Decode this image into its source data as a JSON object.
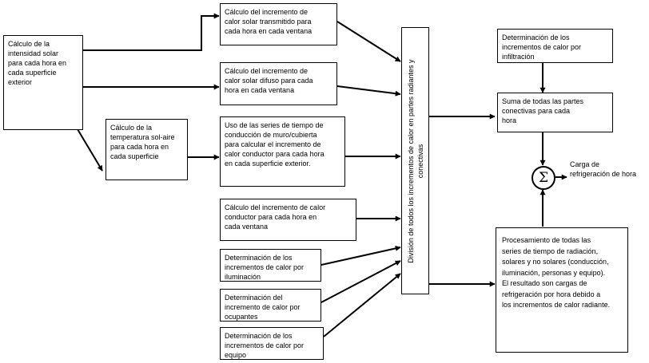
{
  "boxes": {
    "solar_intensity": "Cálculo de la\nintensidad solar\npara cada hora en\ncada superficie\nexterior",
    "transmitted_solar": "Cálculo del incremento de\ncalor solar transmitido para\ncada hora en cada ventana",
    "diffuse_solar": "Cálculo del incremento de\ncalor solar difuso para cada\nhora en cada ventana",
    "sol_air_temp": "Cálculo de la\ntemperatura sol-aire\npara cada hora en\ncada superficie",
    "conduction_series": "Uso de las series de tiempo de\nconducción de muro/cubierta\npara calcular el incremento de\ncalor conductor para cada hora\nen cada superficie exterior.",
    "window_conduction": "Cálculo del incremento de calor\nconductor para cada hora en\ncada ventana",
    "lighting": "Determinación de los\nincrementos de calor por\niluminación",
    "occupants": "Determinación del\nincremento de calor por\nocupantes",
    "equipment": "Determinación de los\nincrementos de calor por\nequipo",
    "split": "División de todos los incrementos de calor en partes radiantes y\nconectivas",
    "infiltration": "Determinación de los\nincrementos de calor por\ninfiltración",
    "convective_sum": "Suma de todas las partes\nconectivas para cada\nhora",
    "radiant_processing": "Procesamiento de todas las\nseries de tiempo de radiación,\nsolares y no solares (conducción,\niluminación, personas y equipo).\nEl resultado son cargas de\nrefrigeración por hora debido a\nlos incrementos de calor radiante."
  },
  "sum_symbol": "Σ",
  "output_label": "Carga de\nrefrigeración de hora"
}
